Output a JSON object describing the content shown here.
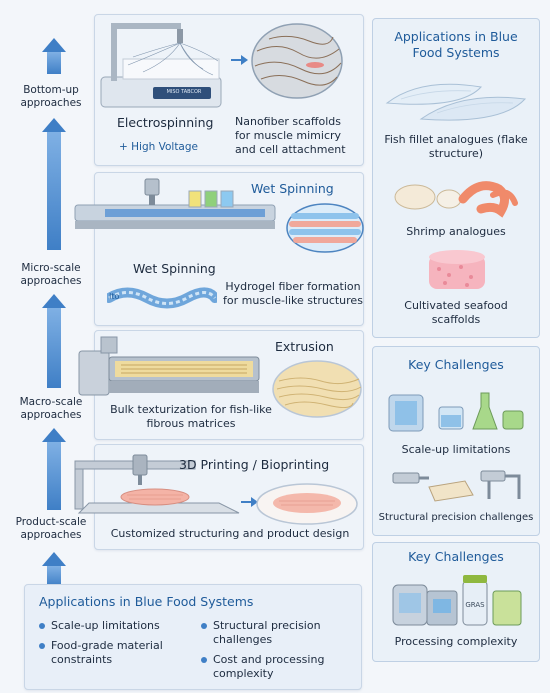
{
  "stages": {
    "bottom_up": "Bottom-up approaches",
    "micro": "Micro-scale approaches",
    "macro": "Macro-scale approaches",
    "product": "Product-scale approaches"
  },
  "electrospinning": {
    "title": "Electrospinning",
    "voltage": "+ High Voltage",
    "device_text": "MISO TABCOR",
    "caption": "Nanofiber scaffolds for muscle mimicry and cell attachment"
  },
  "wet_spinning": {
    "title_top": "Wet Spinning",
    "title": "Wet Spinning",
    "fiber_label": "Ito",
    "caption": "Hydrogel fiber formation for muscle-like structures"
  },
  "extrusion": {
    "title": "Extrusion",
    "caption": "Bulk texturization for fish-like fibrous matrices"
  },
  "printing": {
    "title": "3D Printing / Bioprinting",
    "caption": "Customized structuring and product design"
  },
  "applications_right": {
    "title": "Applications in Blue Food Systems",
    "items": [
      "Fish fillet analogues (flake structure)",
      "Shrimp analogues",
      "Cultivated seafood scaffolds"
    ]
  },
  "challenges_1": {
    "title": "Key Challenges",
    "items": [
      "Scale-up limitations",
      "Structural precision challenges"
    ]
  },
  "challenges_2": {
    "title": "Key Challenges",
    "items": [
      "Processing complexity"
    ],
    "jar_label": "GRAS"
  },
  "applications_bottom": {
    "title": "Applications in Blue Food Systems",
    "left_items": [
      "Scale-up limitations",
      "Food-grade material constraints"
    ],
    "right_items": [
      "Structural precision challenges",
      "Cost and processing complexity"
    ]
  },
  "colors": {
    "accent_blue": "#1f5b9a",
    "arrow_blue": "#3f7fc6",
    "panel_bg": "#eef3f9",
    "fish_pink": "#f4b3a6"
  }
}
